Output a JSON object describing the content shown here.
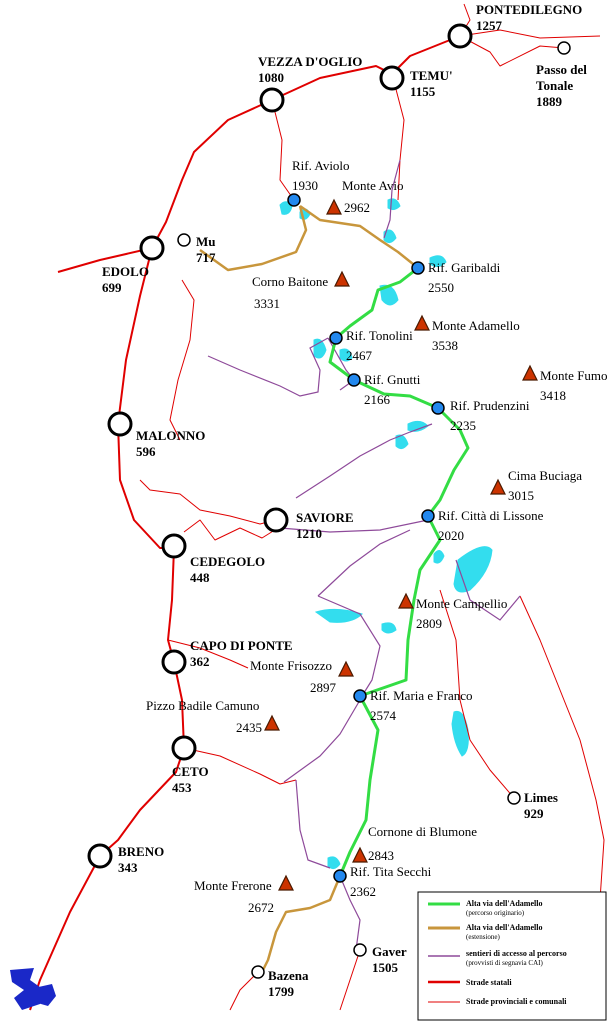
{
  "towns": [
    {
      "id": "pontedilegno",
      "name": "PONTEDILEGNO",
      "elev": "1257"
    },
    {
      "id": "passo-tonale",
      "name": "Passo del",
      "name2": "Tonale",
      "elev": "1889"
    },
    {
      "id": "temu",
      "name": "TEMU'",
      "elev": "1155"
    },
    {
      "id": "vezza",
      "name": "VEZZA D'OGLIO",
      "elev": "1080"
    },
    {
      "id": "edolo",
      "name": "EDOLO",
      "elev": "699"
    },
    {
      "id": "mu",
      "name": "Mu",
      "elev": "717"
    },
    {
      "id": "malonno",
      "name": "MALONNO",
      "elev": "596"
    },
    {
      "id": "saviore",
      "name": "SAVIORE",
      "elev": "1210"
    },
    {
      "id": "cedegolo",
      "name": "CEDEGOLO",
      "elev": "448"
    },
    {
      "id": "capo-di-ponte",
      "name": "CAPO DI PONTE",
      "elev": "362"
    },
    {
      "id": "ceto",
      "name": "CETO",
      "elev": "453"
    },
    {
      "id": "breno",
      "name": "BRENO",
      "elev": "343"
    },
    {
      "id": "limes",
      "name": "Limes",
      "elev": "929"
    },
    {
      "id": "gaver",
      "name": "Gaver",
      "elev": "1505"
    },
    {
      "id": "bazena",
      "name": "Bazena",
      "elev": "1799"
    }
  ],
  "huts": [
    {
      "id": "aviolo",
      "name": "Rif. Aviolo",
      "elev": "1930"
    },
    {
      "id": "garibaldi",
      "name": "Rif. Garibaldi",
      "elev": "2550"
    },
    {
      "id": "tonolini",
      "name": "Rif. Tonolini",
      "elev": "2467"
    },
    {
      "id": "gnutti",
      "name": "Rif. Gnutti",
      "elev": "2166"
    },
    {
      "id": "prudenzini",
      "name": "Rif. Prudenzini",
      "elev": "2235"
    },
    {
      "id": "lissone",
      "name": "Rif. Città di Lissone",
      "elev": "2020"
    },
    {
      "id": "maria-franco",
      "name": "Rif. Maria e Franco",
      "elev": "2574"
    },
    {
      "id": "tita-secchi",
      "name": "Rif. Tita Secchi",
      "elev": "2362"
    }
  ],
  "peaks": [
    {
      "id": "monte-avio",
      "name": "Monte Avio",
      "elev": "2962"
    },
    {
      "id": "corno-baitone",
      "name": "Corno Baitone",
      "elev": "3331"
    },
    {
      "id": "monte-adamello",
      "name": "Monte Adamello",
      "elev": "3538"
    },
    {
      "id": "monte-fumo",
      "name": "Monte Fumo",
      "elev": "3418"
    },
    {
      "id": "cima-buciaga",
      "name": "Cima Buciaga",
      "elev": "3015"
    },
    {
      "id": "monte-campellio",
      "name": "Monte Campellio",
      "elev": "2809"
    },
    {
      "id": "monte-frisozzo",
      "name": "Monte Frisozzo",
      "elev": "2897"
    },
    {
      "id": "pizzo-badile",
      "name": "Pizzo Badile Camuno",
      "elev": "2435"
    },
    {
      "id": "cornone-blumone",
      "name": "Cornone di Blumone",
      "elev": "2843"
    },
    {
      "id": "monte-frerone",
      "name": "Monte Frerone",
      "elev": "2672"
    }
  ],
  "legend": {
    "items": [
      {
        "label": "Alta via dell'Adamello",
        "sub": "(percorso originario)",
        "color": "#33dd44"
      },
      {
        "label": "Alta via dell'Adamello",
        "sub": "(estensione)",
        "color": "#c8963c"
      },
      {
        "label": "sentieri di accesso al percorso",
        "sub": "(provvisti di segnavia CAI)",
        "color": "#8e4a9a"
      },
      {
        "label": "Strade statali",
        "sub": "",
        "color": "#e00000"
      },
      {
        "label": "Strade provinciali e comunali",
        "sub": "",
        "color": "#e00000"
      }
    ]
  },
  "colors": {
    "state_road": "#e00000",
    "trail_original": "#33dd44",
    "trail_extension": "#c8963c",
    "access_path": "#8e4a9a",
    "lake": "#33ddee",
    "hut": "#2288ee",
    "peak": "#cc3300"
  },
  "logo_icon": "stylized-logo"
}
